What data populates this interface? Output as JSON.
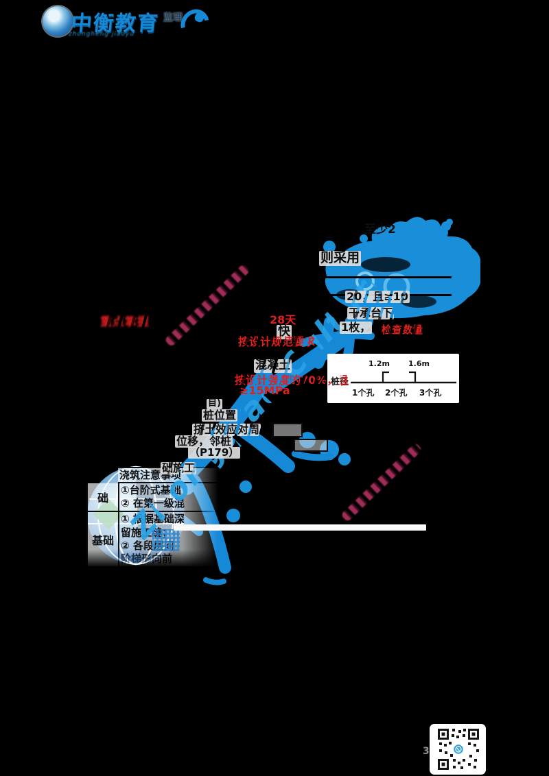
{
  "colors": {
    "page_bg": "#000000",
    "brand_blue": "#1588d6",
    "pinyin_watermark_blue": "#28a3e6",
    "doc_text": "#0d0d0d",
    "red_note": "#e01f1f",
    "maroon_watermark": "#a8305c",
    "panel_white": "#ffffff",
    "stamp_green": "#3da14c",
    "stamp_navy": "#14365e"
  },
  "logo": {
    "brand": "中衡教育",
    "badge": "监理",
    "subtitle": "zhongheng jiaoyu"
  },
  "watermarks": {
    "pinyin": "Zhongqiao Culture"
  },
  "frag": {
    "zhishao": "至少2",
    "caiyong": "则采用",
    "line20": "20，且≥10",
    "gancheng": "干承台下",
    "yimei": "1枚，",
    "kuai": "快",
    "hnt": "混凝土",
    "mu": "目)",
    "zhuangwei": "桩位置",
    "jitu": "挤土效应对周",
    "weiyi": "位移，邻桩",
    "p179": "（P179）",
    "chushigong": "础施工",
    "qr_side": "3"
  },
  "red": {
    "left": "重点掌握",
    "tian": "28天",
    "guifan": "按设计规范要求",
    "qiangdu": "按设计强度的70%，且",
    "mpa": "≥15MPa",
    "jiancha": "检查数量，"
  },
  "diagram": {
    "label": "桩径",
    "tick1": "1.2m",
    "tick2": "1.6m",
    "seg1": "1个孔",
    "seg2": "2个孔",
    "seg3": "3个孔"
  },
  "stamp": {
    "header": "浇筑注意事项",
    "row1_label": "础",
    "row1_line1": "①台阶式基础",
    "row1_line2": "② 在第一级混",
    "row2_label": "基础",
    "row2_line1": "① 根据基础深",
    "row2_line2": "留施工缝；",
    "row2_line3": "② 各段层间",
    "row2_line4": "阶梯形向前"
  }
}
